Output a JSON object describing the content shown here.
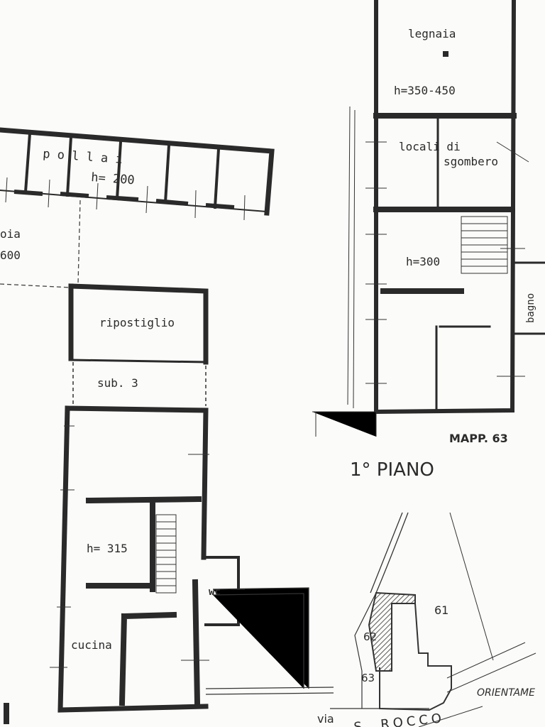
{
  "title": "1° PIANO",
  "mappale": "MAPP. 63",
  "rooms": {
    "legnaia": "legnaia",
    "legnaia_h": "h=350-450",
    "locali_1": "locali di",
    "locali_2": "sgombero",
    "upper_h": "h=300",
    "bagno": "bagno",
    "pollai": "p o l l a i",
    "pollai_h": "h= 200",
    "left_partial_1": "oia",
    "left_partial_2": "600",
    "ripostiglio": "ripostiglio",
    "sub": "sub. 3",
    "lower_h": "h= 315",
    "wc": "wc",
    "cucina": "cucina"
  },
  "map": {
    "parcel_61": "61",
    "parcel_62": "62",
    "parcel_63": "63",
    "orientamento": "ORIENTAME",
    "via": "via",
    "street": "S. ROCCO"
  }
}
